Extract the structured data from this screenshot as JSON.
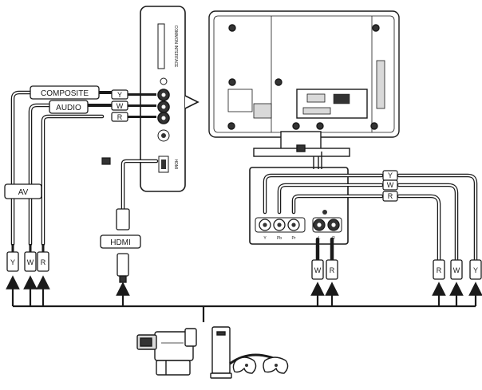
{
  "labels": {
    "composite": "COMPOSITE",
    "audio": "AUDIO",
    "av": "AV",
    "hdmi": "HDMI"
  },
  "plug_letters": {
    "y": "Y",
    "w": "W",
    "r": "R"
  },
  "panel_text": {
    "common_interface": "COMMON INTERFACE",
    "hdmi_port": "HDMI"
  },
  "component_jacks": [
    "Y",
    "Pb",
    "Pr",
    "L",
    "R"
  ],
  "colors": {
    "line": "#1a1a1a",
    "fill": "#ffffff",
    "shade": "#d9d9d9",
    "dark": "#333333"
  }
}
